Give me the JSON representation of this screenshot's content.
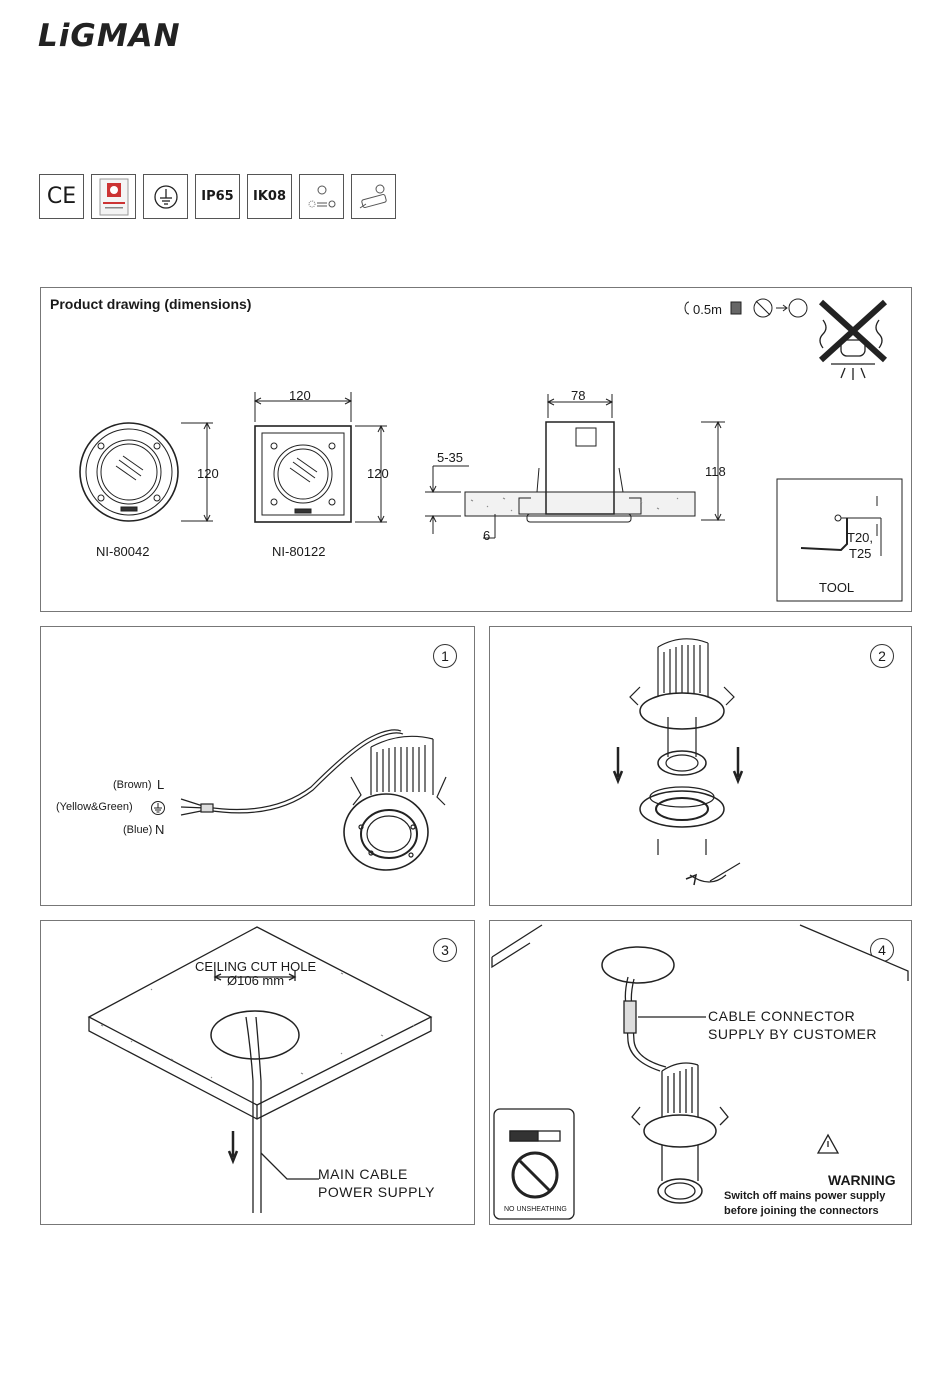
{
  "brand": "LiGMAN",
  "certifications": [
    "CE",
    "",
    "",
    "IP65",
    "IK08",
    "",
    ""
  ],
  "drawing": {
    "title": "Product drawing (dimensions)",
    "distance_label": "0.5m",
    "dims": {
      "round_height": "120",
      "square_width": "120",
      "square_height": "120",
      "side_width": "78",
      "side_height": "118",
      "ceiling_range": "5-35",
      "bezel": "6"
    },
    "models": [
      "NI-80042",
      "NI-80122"
    ],
    "tool": {
      "sizes_line1": "T20,",
      "sizes_line2": "T25",
      "label": "TOOL"
    }
  },
  "step1": {
    "number": "1",
    "wires": [
      {
        "color": "(Brown)",
        "code": "L"
      },
      {
        "color": "(Yellow&Green)",
        "code": ""
      },
      {
        "color": "(Blue)",
        "code": "N"
      }
    ]
  },
  "step2": {
    "number": "2"
  },
  "step3": {
    "number": "3",
    "hole_line1": "CEILING CUT HOLE",
    "hole_line2": "Ø106 mm",
    "cable_line1": "MAIN CABLE",
    "cable_line2": "POWER SUPPLY"
  },
  "step4": {
    "number": "4",
    "connector_line1": "CABLE CONNECTOR",
    "connector_line2": "SUPPLY BY CUSTOMER",
    "no_unsheathing": "NO UNSHEATHING",
    "warning_title": "WARNING",
    "warning_line1": "Switch off mains power supply",
    "warning_line2": "before joining the connectors"
  }
}
